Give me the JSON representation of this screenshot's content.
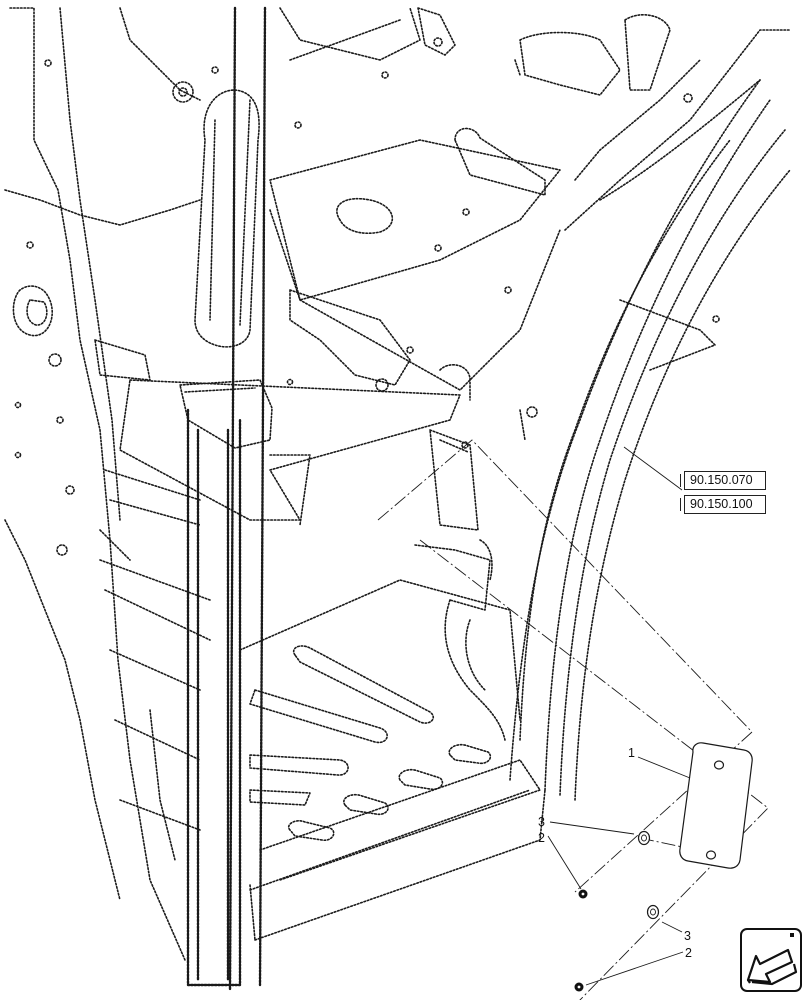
{
  "references": [
    {
      "code": "90.150.070"
    },
    {
      "code": "90.150.100"
    }
  ],
  "callouts": [
    {
      "number": "1"
    },
    {
      "number": "3"
    },
    {
      "number": "2"
    },
    {
      "number": "3"
    },
    {
      "number": "2"
    }
  ],
  "icons": {
    "navigation": "arrow-down-left-icon"
  }
}
